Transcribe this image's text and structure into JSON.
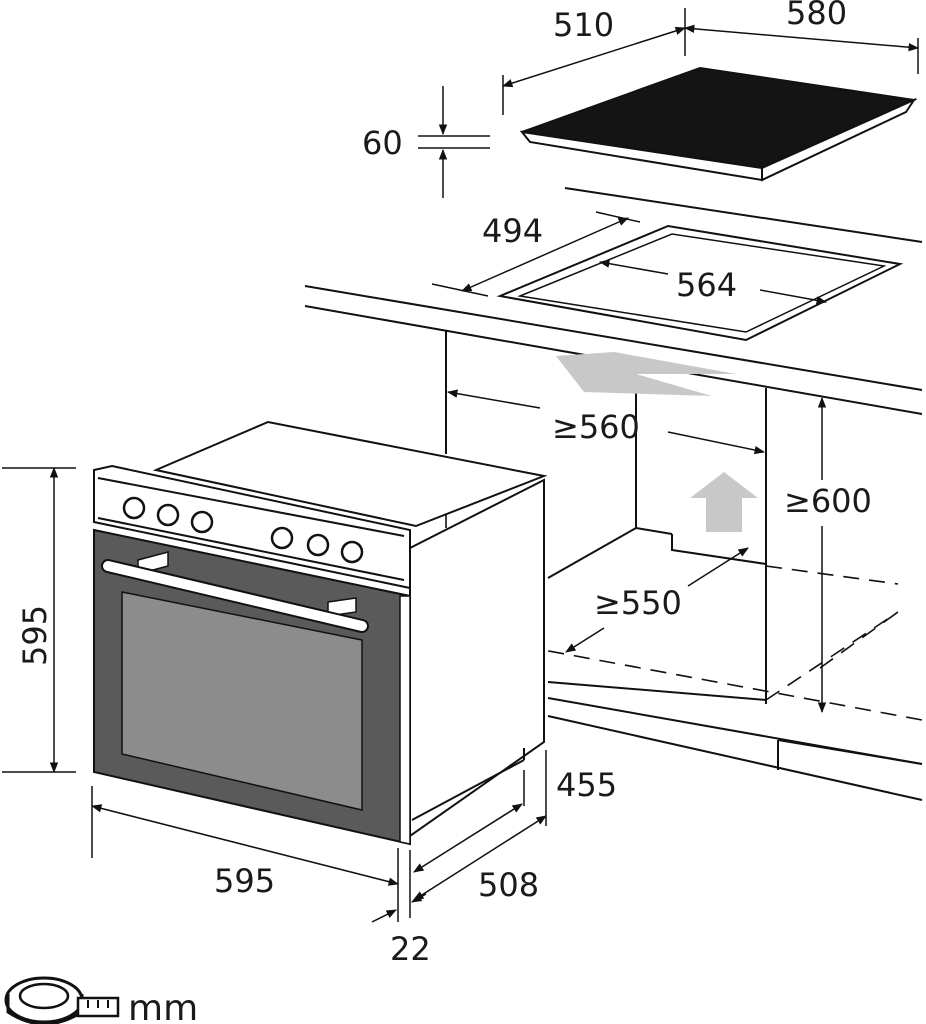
{
  "units": "mm",
  "hob": {
    "width": "580",
    "depth": "510",
    "thickness": "60"
  },
  "cutout": {
    "width": "564",
    "depth": "494"
  },
  "cabinet": {
    "min_width": "≥560",
    "min_height": "≥600",
    "min_depth": "≥550"
  },
  "oven": {
    "height": "595",
    "width": "595",
    "depth": "508",
    "front_thickness": "22",
    "side_height": "455"
  },
  "colors": {
    "line": "#111111",
    "hob_top": "#141414",
    "oven_door": "#5a5a5a",
    "oven_window": "#8c8c8c",
    "airflow_arrow": "#c8c8c8"
  }
}
